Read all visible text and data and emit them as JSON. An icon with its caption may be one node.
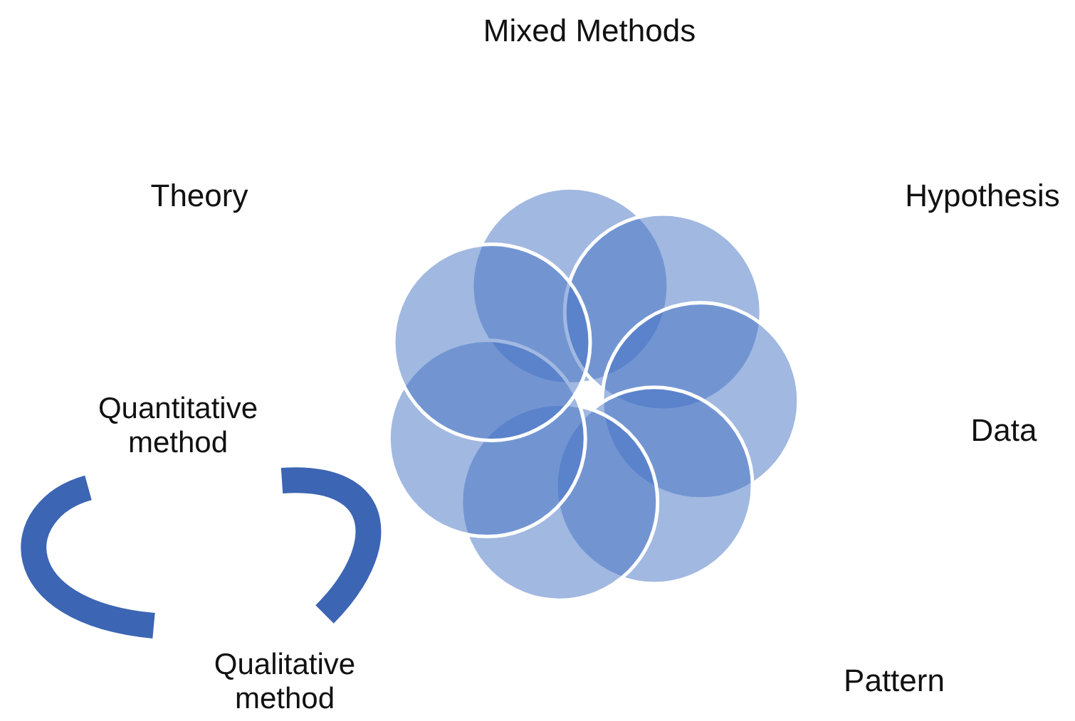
{
  "diagram": {
    "nodes": [
      {
        "text": [
          "Quantitative method"
        ]
      },
      {
        "text": [
          "Qualitative method"
        ]
      }
    ],
    "edges": [
      {
        "from": 0,
        "to": 1,
        "arrow": "none"
      },
      {
        "from": 1,
        "to": 0,
        "arrow": "none"
      }
    ],
    "labels": [
      "Mixed Methods",
      "Theory",
      "Hypothesis",
      "Data",
      "Pattern"
    ]
  }
}
